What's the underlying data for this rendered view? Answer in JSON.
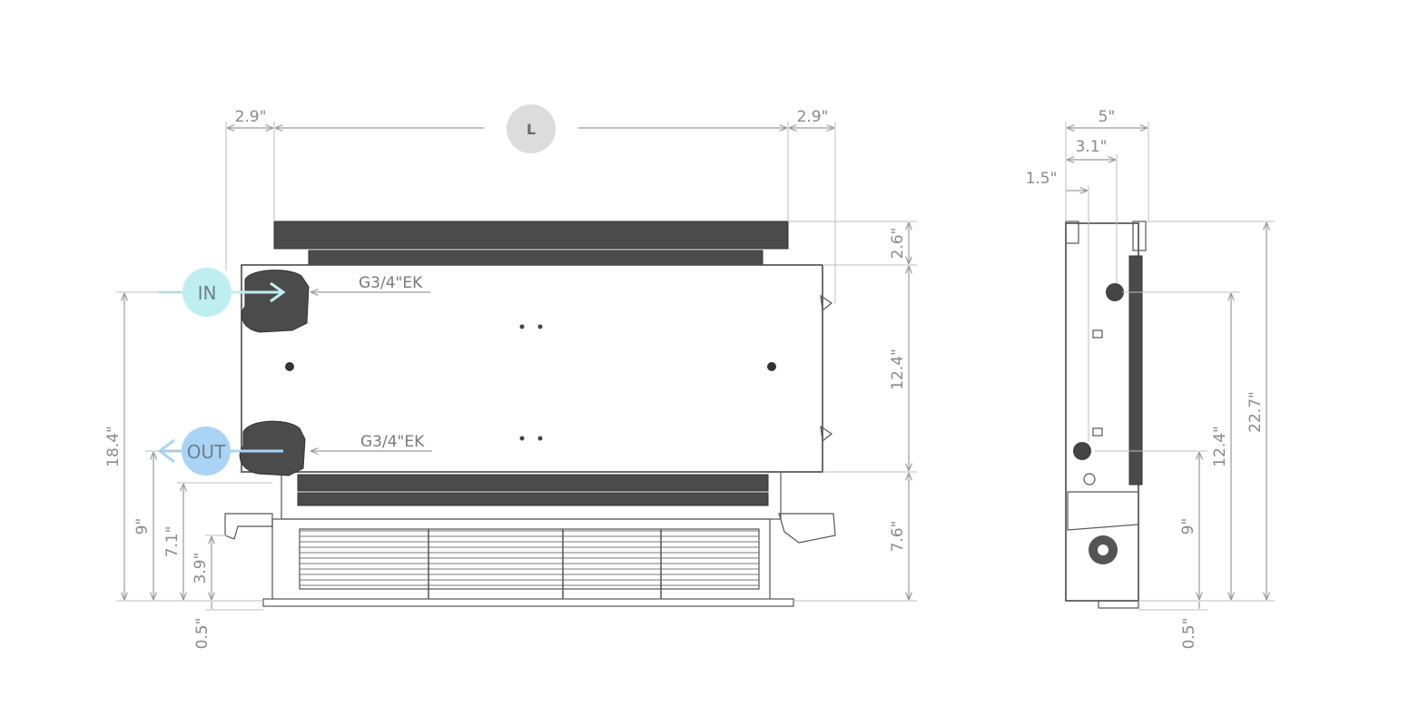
{
  "front": {
    "dim_left_top": "2.9\"",
    "dim_length": "L",
    "dim_right_top": "2.9\"",
    "dim_top_band": "2.6\"",
    "dim_middle": "12.4\"",
    "dim_bottom_band": "7.6\"",
    "dim_in_height": "18.4\"",
    "dim_out_height": "9\"",
    "dim_7_1": "7.1\"",
    "dim_3_9": "3.9\"",
    "dim_foot": "0.5\"",
    "connection_in": "G3/4\"EK",
    "connection_out": "G3/4\"EK",
    "in_label": "IN",
    "out_label": "OUT",
    "in_color": "#bfeef0",
    "out_color": "#a9d4f5"
  },
  "side": {
    "dim_depth": "5\"",
    "dim_3_1": "3.1\"",
    "dim_1_5": "1.5\"",
    "dim_total_height": "22.7\"",
    "dim_12_4": "12.4\"",
    "dim_9": "9\"",
    "dim_foot": "0.5\""
  }
}
